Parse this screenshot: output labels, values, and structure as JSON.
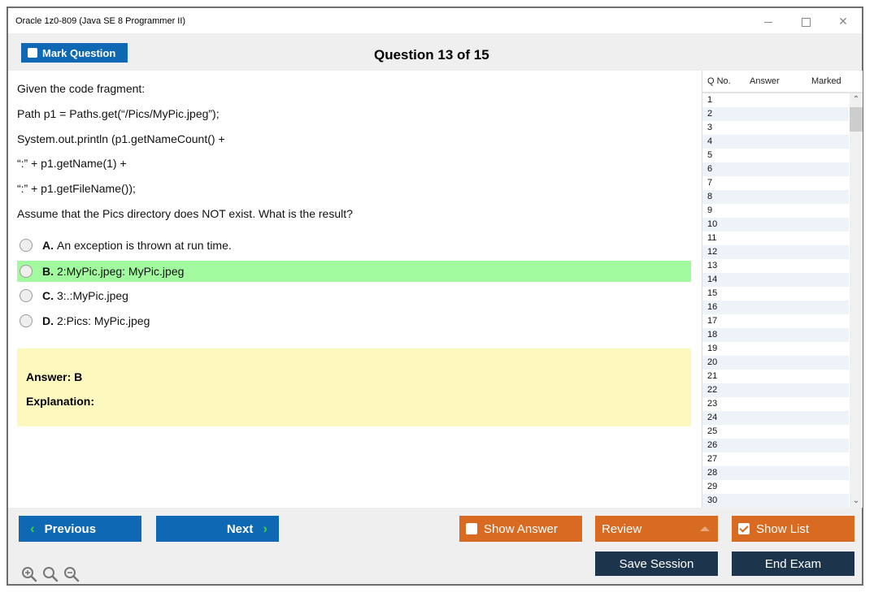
{
  "window": {
    "title": "Oracle 1z0-809 (Java SE 8 Programmer II)",
    "controls": {
      "minimize": "minimize",
      "maximize": "maximize",
      "close": "close"
    }
  },
  "topbar": {
    "mark_question_label": "Mark Question",
    "mark_question_checked": false,
    "question_heading": "Question 13 of 15"
  },
  "question": {
    "lines": [
      "Given the code fragment:",
      "Path p1 = Paths.get(“/Pics/MyPic.jpeg”);",
      "System.out.println (p1.getNameCount() +",
      "“:” + p1.getName(1) +",
      "“:” + p1.getFileName());",
      "Assume that the Pics directory does NOT exist. What is the result?"
    ],
    "options": [
      {
        "letter": "A.",
        "text": "An exception is thrown at run time.",
        "correct": false
      },
      {
        "letter": "B.",
        "text": "2:MyPic.jpeg: MyPic.jpeg",
        "correct": true
      },
      {
        "letter": "C.",
        "text": "3:.:MyPic.jpeg",
        "correct": false
      },
      {
        "letter": "D.",
        "text": "2:Pics: MyPic.jpeg",
        "correct": false
      }
    ]
  },
  "answer_panel": {
    "answer": "Answer: B",
    "explanation": "Explanation:"
  },
  "question_list": {
    "headers": {
      "qno": "Q No.",
      "answer": "Answer",
      "marked": "Marked"
    },
    "rows": [
      "1",
      "2",
      "3",
      "4",
      "5",
      "6",
      "7",
      "8",
      "9",
      "10",
      "11",
      "12",
      "13",
      "14",
      "15",
      "16",
      "17",
      "18",
      "19",
      "20",
      "21",
      "22",
      "23",
      "24",
      "25",
      "26",
      "27",
      "28",
      "29",
      "30"
    ]
  },
  "bottombar": {
    "previous_label": "Previous",
    "next_label": "Next",
    "show_answer_label": "Show Answer",
    "show_answer_checked": false,
    "review_label": "Review",
    "show_list_label": "Show List",
    "show_list_checked": true,
    "save_session_label": "Save Session",
    "end_exam_label": "End Exam",
    "zoom_icons": [
      "zoom-in-icon",
      "zoom-reset-icon",
      "zoom-out-icon"
    ]
  },
  "colors": {
    "primary_blue": "#0e68b4",
    "orange": "#d86a22",
    "navy": "#1d354c",
    "correct_green": "#a1fb9e",
    "answer_yellow": "#fdf8bd",
    "chevron_green": "#43d13a"
  }
}
